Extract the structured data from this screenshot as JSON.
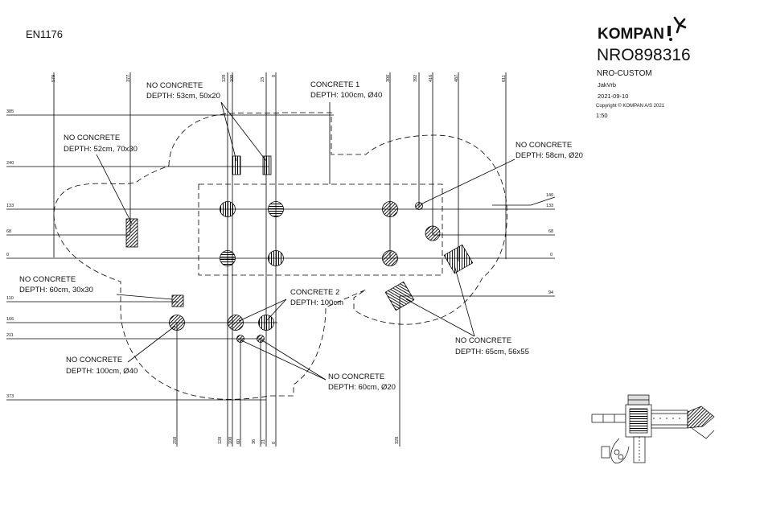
{
  "header": {
    "standard": "EN1176",
    "brand": "KOMPAN",
    "product_code": "NRO898316",
    "variant": "NRO-CUSTOM",
    "author": "JakVrb",
    "date": "2021-09-10",
    "copyright": "Copyright © KOMPAN A/S 2021",
    "scale": "1:50"
  },
  "top_dims": [
    "579",
    "377",
    "128",
    "100",
    "23",
    "0",
    "300",
    "392",
    "416",
    "487",
    "611"
  ],
  "bottom_dims": [
    "258",
    "128",
    "100",
    "60",
    "36",
    "21",
    "0",
    "328"
  ],
  "left_dims": [
    "385",
    "240",
    "133",
    "68",
    "0",
    "110",
    "166",
    "211",
    "373"
  ],
  "right_dims": [
    "140",
    "133",
    "68",
    "0",
    "94"
  ],
  "callouts": [
    {
      "line1": "NO CONCRETE",
      "line2": "DEPTH: 53cm, 50x20"
    },
    {
      "line1": "CONCRETE 1",
      "line2": "DEPTH: 100cm, Ø40"
    },
    {
      "line1": "NO CONCRETE",
      "line2": "DEPTH: 52cm, 70x30"
    },
    {
      "line1": "NO CONCRETE",
      "line2": "DEPTH: 58cm, Ø20"
    },
    {
      "line1": "NO CONCRETE",
      "line2": "DEPTH: 60cm, 30x30"
    },
    {
      "line1": "CONCRETE 2",
      "line2": "DEPTH: 100cm"
    },
    {
      "line1": "NO CONCRETE",
      "line2": "DEPTH: 65cm, 56x55"
    },
    {
      "line1": "NO CONCRETE",
      "line2": "DEPTH: 100cm, Ø40"
    },
    {
      "line1": "NO CONCRETE",
      "line2": "DEPTH: 60cm, Ø20"
    }
  ]
}
